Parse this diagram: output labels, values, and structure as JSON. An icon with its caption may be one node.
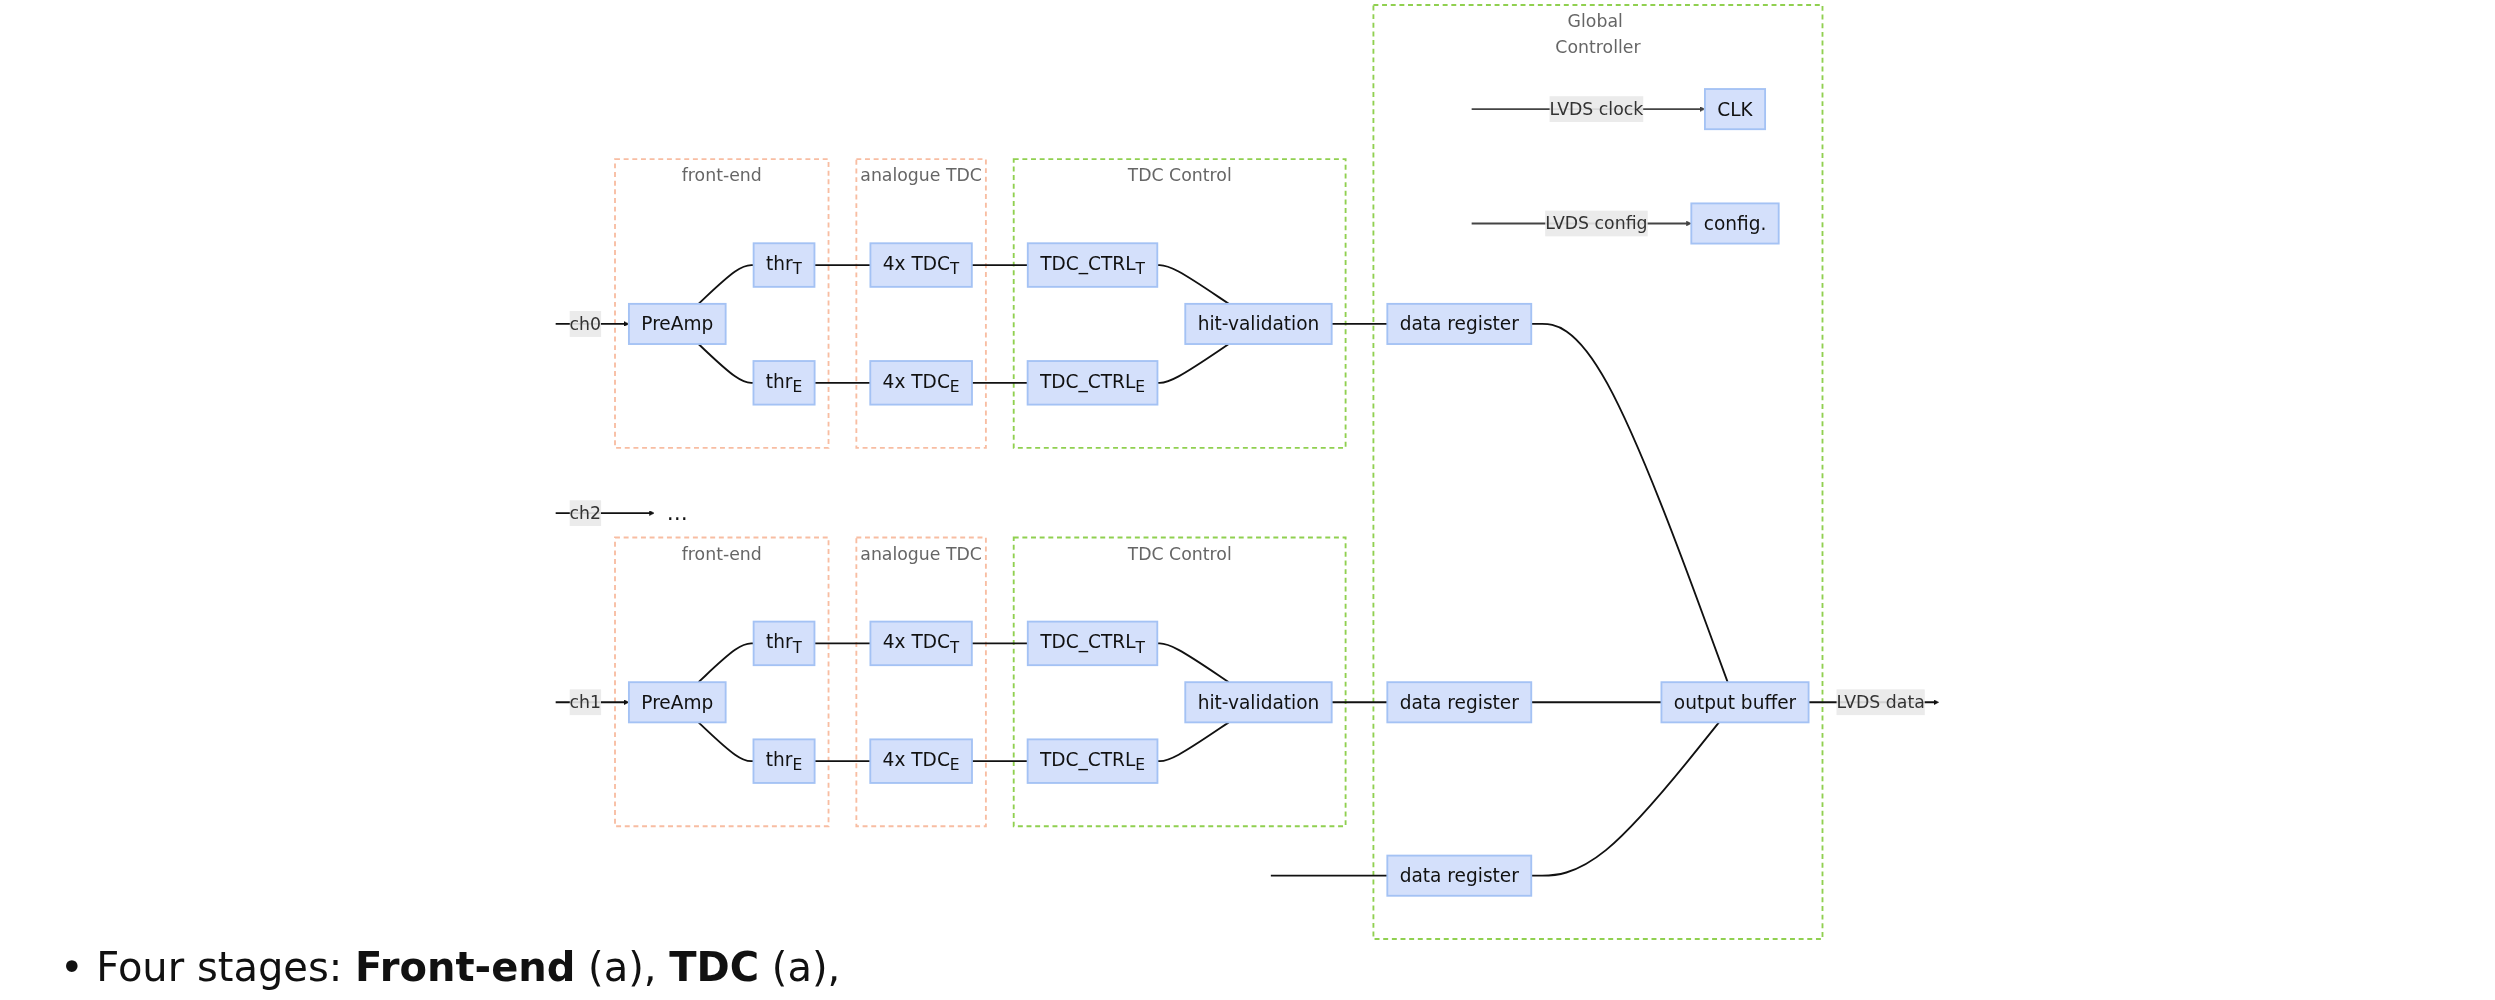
{
  "diagram": {
    "nodes": [
      {
        "text": [
          "front-end"
        ]
      },
      {
        "text": [
          "PreAmp"
        ],
        "in": 0
      },
      {
        "text": [
          "thr$_{T}$"
        ],
        "in": 0
      },
      {
        "text": [
          "thr$_{E}$"
        ],
        "in": 0
      },
      {
        "text": [
          "analogue TDC"
        ]
      },
      {
        "text": [
          "4x TDC$_{T}$"
        ],
        "in": 4
      },
      {
        "text": [
          "4x TDC$_{E}$"
        ],
        "in": 4
      },
      {
        "text": [
          "TDC Control"
        ]
      },
      {
        "text": [
          "TDC_CTRL$_{T}$"
        ],
        "in": 7
      },
      {
        "text": [
          "TDC_CTRL$_{E}$"
        ],
        "in": 7
      },
      {
        "text": [
          "hit-validation"
        ],
        "in": 7
      },
      {
        "text": [
          "front-end"
        ]
      },
      {
        "text": [
          "PreAmp"
        ],
        "in": 11
      },
      {
        "text": [
          "thr$_{T}$"
        ],
        "in": 11
      },
      {
        "text": [
          "thr$_{E}$"
        ],
        "in": 11
      },
      {
        "text": [
          "analogue TDC"
        ]
      },
      {
        "text": [
          "4x TDC$_{T}$"
        ],
        "in": 15
      },
      {
        "text": [
          "4x TDC$_{E}$"
        ],
        "in": 15
      },
      {
        "text": [
          "TDC Control"
        ]
      },
      {
        "text": [
          "TDC_CTRL$_{T}$"
        ],
        "in": 18
      },
      {
        "text": [
          "TDC_CTRL$_{E}$"
        ],
        "in": 18
      },
      {
        "text": [
          "hit-validation"
        ],
        "in": 18
      },
      {
        "text": [
          "…"
        ]
      },
      {
        "text": [
          "Global Controller"
        ]
      },
      {
        "text": [
          "data register"
        ],
        "in": 23
      },
      {
        "text": [
          "CLK"
        ],
        "in": 23
      },
      {
        "text": [
          "config."
        ],
        "in": 23
      },
      {
        "text": [
          "data register"
        ],
        "in": 23
      },
      {
        "text": [
          "output buffer"
        ],
        "in": 23
      },
      {
        "text": [
          "data register"
        ],
        "in": 23
      }
    ],
    "edges": [
      {
        "from": null,
        "to": 1,
        "arrow": "to",
        "label": "ch0"
      },
      {
        "from": 1,
        "to": 2,
        "arrow": "none"
      },
      {
        "from": 1,
        "to": 3,
        "arrow": "none"
      },
      {
        "from": 2,
        "to": 5,
        "arrow": "none"
      },
      {
        "from": 3,
        "to": 6,
        "arrow": "none"
      },
      {
        "from": 5,
        "to": 8,
        "arrow": "none"
      },
      {
        "from": 6,
        "to": 9,
        "arrow": "none"
      },
      {
        "from": 8,
        "to": 10,
        "arrow": "none"
      },
      {
        "from": 9,
        "to": 10,
        "arrow": "none"
      },
      {
        "from": 10,
        "to": 24,
        "arrow": "none"
      },
      {
        "from": null,
        "to": 12,
        "arrow": "to",
        "label": "ch1"
      },
      {
        "from": 12,
        "to": 13,
        "arrow": "none"
      },
      {
        "from": 12,
        "to": 14,
        "arrow": "none"
      },
      {
        "from": 13,
        "to": 16,
        "arrow": "none"
      },
      {
        "from": 14,
        "to": 17,
        "arrow": "none"
      },
      {
        "from": 16,
        "to": 19,
        "arrow": "none"
      },
      {
        "from": 17,
        "to": 20,
        "arrow": "none"
      },
      {
        "from": 19,
        "to": 21,
        "arrow": "none"
      },
      {
        "from": 20,
        "to": 21,
        "arrow": "none"
      },
      {
        "from": 21,
        "to": 27,
        "arrow": "none"
      },
      {
        "from": null,
        "to": 22,
        "arrow": "to",
        "label": "ch2"
      },
      {
        "from": null,
        "to": 29,
        "arrow": "none"
      },
      {
        "from": 24,
        "to": 28,
        "arrow": "none"
      },
      {
        "from": 27,
        "to": 28,
        "arrow": "none"
      },
      {
        "from": 29,
        "to": 28,
        "arrow": "none"
      },
      {
        "from": null,
        "to": 25,
        "arrow": "to",
        "label": "LVDS clock",
        "color": "#444444"
      },
      {
        "from": null,
        "to": 26,
        "arrow": "to",
        "label": "LVDS config",
        "color": "#444444"
      },
      {
        "from": 28,
        "to": null,
        "arrow": "to",
        "label": "LVDS data"
      }
    ],
    "labels": [
      "• Four stages: **Front-end** (a), **TDC** (a),"
    ]
  }
}
